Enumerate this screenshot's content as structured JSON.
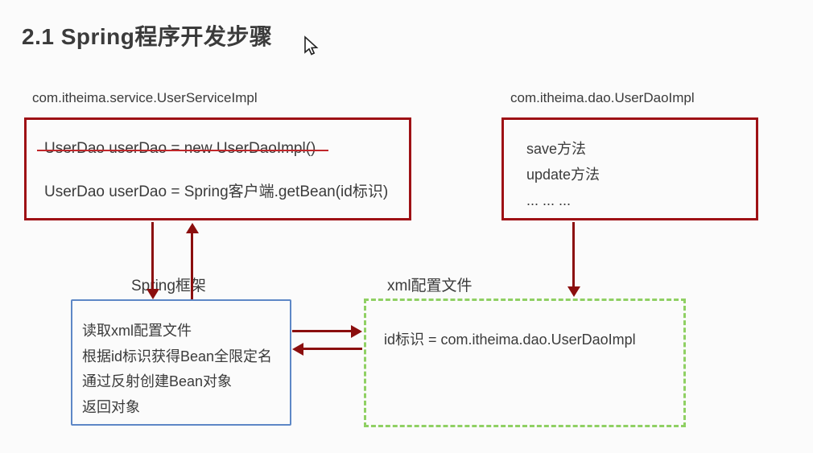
{
  "title": "2.1 Spring程序开发步骤",
  "colors": {
    "red": "#9e1115",
    "strike": "#c0272a",
    "arrow": "#8b0e0e",
    "blue": "#5d87c6",
    "green": "#8fd063",
    "text": "#3b3b3b"
  },
  "service_box": {
    "label": "com.itheima.service.UserServiceImpl",
    "line_old": "UserDao userDao = new UserDaoImpl()",
    "line_new": "UserDao userDao = Spring客户端.getBean(id标识)"
  },
  "dao_box": {
    "label": "com.itheima.dao.UserDaoImpl",
    "lines": [
      "save方法",
      "update方法",
      "... ... ..."
    ]
  },
  "spring_box": {
    "label": "Spring框架",
    "lines": [
      "读取xml配置文件",
      "根据id标识获得Bean全限定名",
      "通过反射创建Bean对象",
      "返回对象"
    ]
  },
  "xml_box": {
    "label": "xml配置文件",
    "content": "id标识 = com.itheima.dao.UserDaoImpl"
  }
}
